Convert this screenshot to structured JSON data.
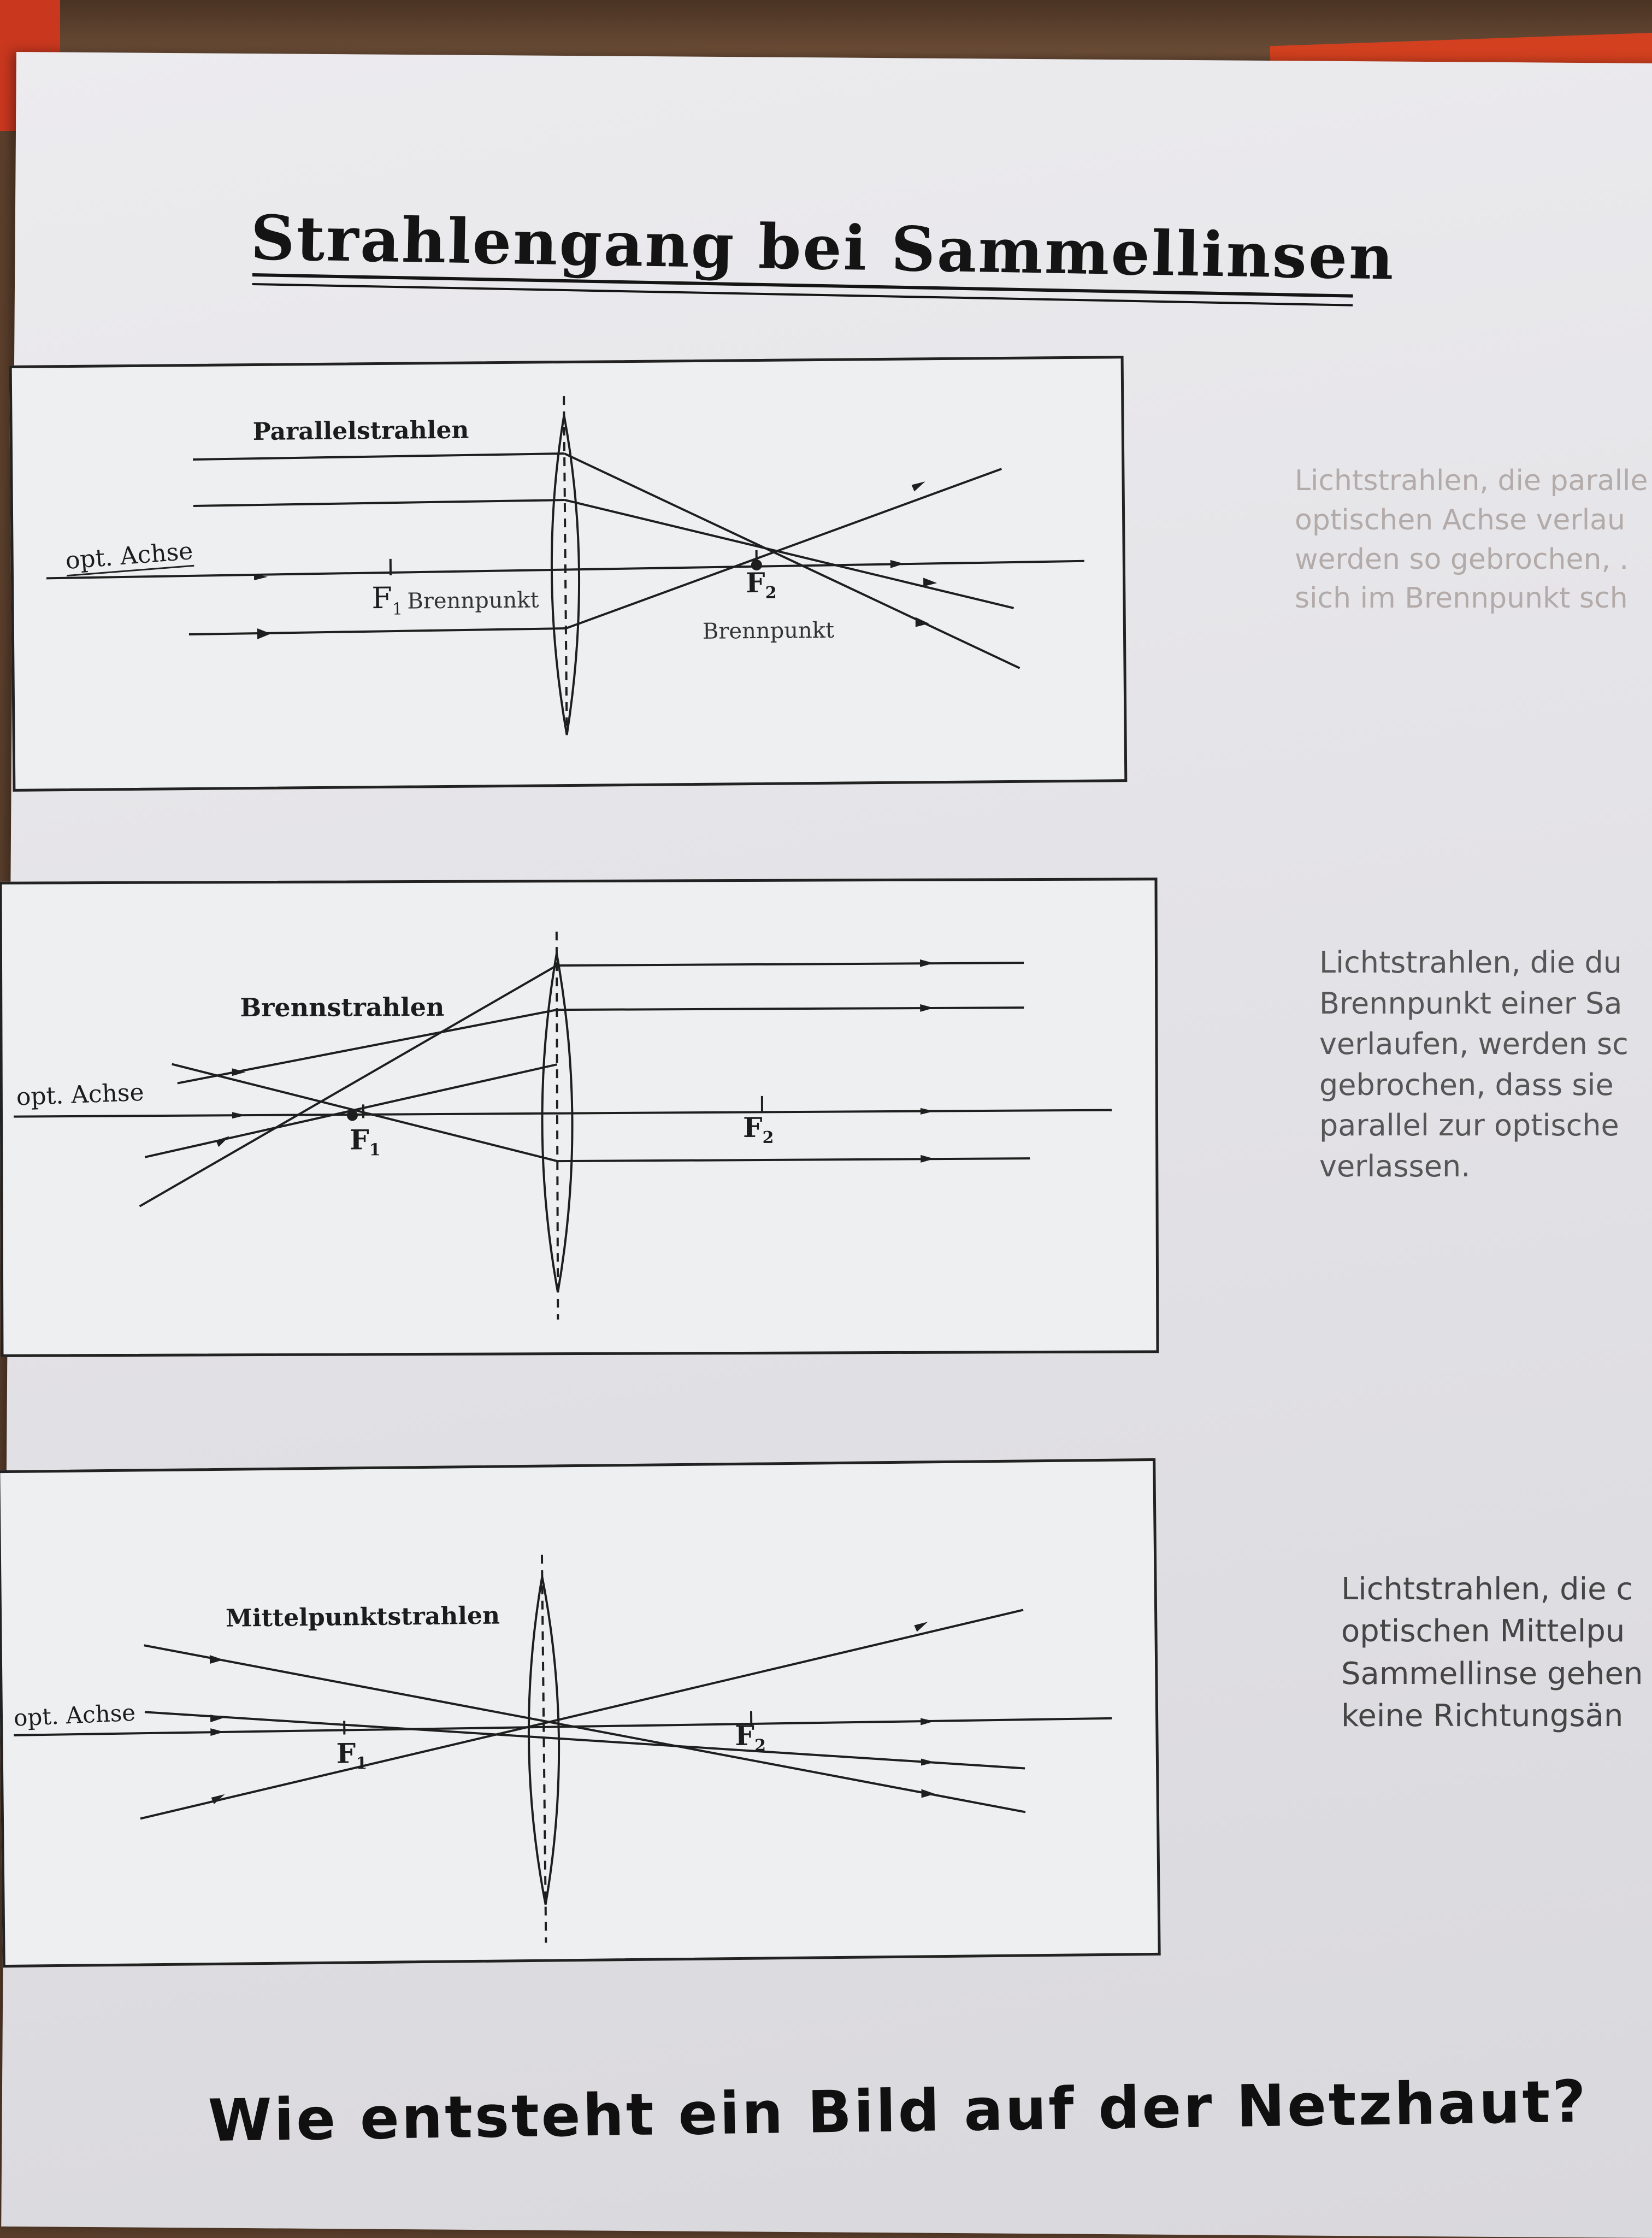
{
  "page": {
    "title": "Strahlengang bei Sammellinsen",
    "question": "Wie entsteht ein Bild auf der Netzhaut?"
  },
  "colors": {
    "ink": "#1c1c1c",
    "paper": "#ecebee",
    "faded_text": "#b3aba9",
    "red_cover": "#d2401f"
  },
  "diagrams": [
    {
      "heading": "Parallelstrahlen",
      "axis_label": "opt. Achse",
      "f1_label": "F",
      "f1_sub": "1",
      "f1_caption": "Brennpunkt",
      "f2_label": "F",
      "f2_sub": "2",
      "f2_caption": "Brennpunkt"
    },
    {
      "heading": "Brennstrahlen",
      "axis_label": "opt. Achse",
      "f1_label": "F",
      "f1_sub": "1",
      "f2_label": "F",
      "f2_sub": "2"
    },
    {
      "heading": "Mittelpunktstrahlen",
      "axis_label": "opt. Achse",
      "f1_label": "F",
      "f1_sub": "1",
      "f2_label": "F",
      "f2_sub": "2"
    }
  ],
  "side_texts": [
    {
      "lines": [
        "Lichtstrahlen, die paralle",
        "optischen Achse verlau",
        "werden so gebrochen, .",
        "sich im Brennpunkt sch"
      ]
    },
    {
      "lines": [
        "Lichtstrahlen, die du",
        "Brennpunkt einer Sa",
        "verlaufen, werden sc",
        "gebrochen, dass sie",
        "parallel zur optische",
        "verlassen."
      ]
    },
    {
      "lines": [
        "Lichtstrahlen, die c",
        "optischen Mittelpu",
        "Sammellinse gehen",
        "keine Richtungsän"
      ]
    }
  ]
}
